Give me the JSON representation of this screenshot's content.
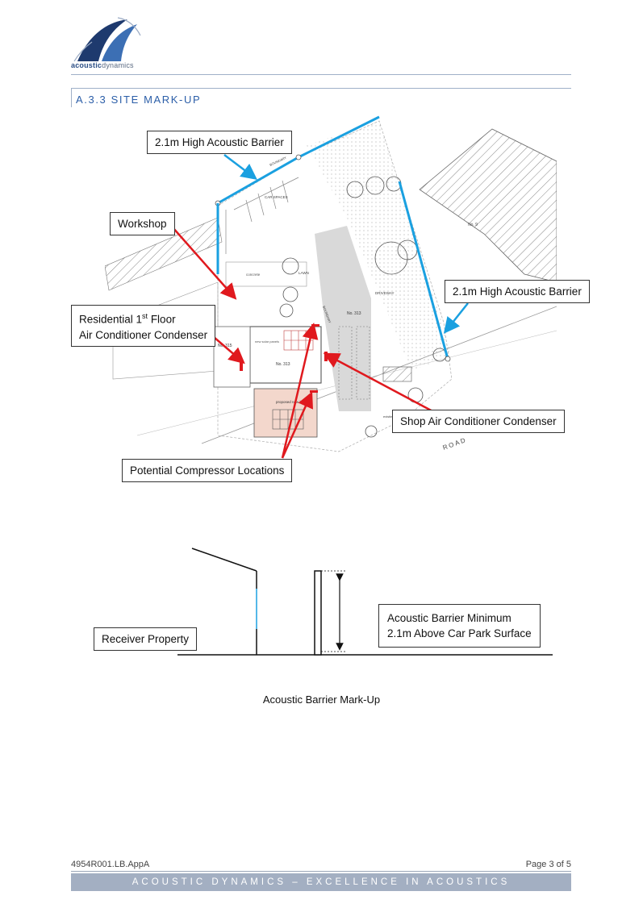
{
  "header": {
    "logo_word_1": "acoustic",
    "logo_word_2": "dynamics"
  },
  "section": {
    "title": "A.3.3  SITE MARK-UP"
  },
  "plan_labels": {
    "car_spaces": "CAR SPACES",
    "concrete": "concrete",
    "lawn": "LAWN",
    "driveway": "DRIVEWAY",
    "no313_upper": "No. 313",
    "no313_lower": "No. 313",
    "no315": "No. 315",
    "no_right": "No. 9",
    "road": "ROAD",
    "boundary": "BOUNDARY",
    "proposed": "proposed new building",
    "new_solar": "new solar panels",
    "existing": "existing"
  },
  "callouts": {
    "barrier_top": "2.1m High Acoustic Barrier",
    "workshop": "Workshop",
    "residential_line1_a": "Residential 1",
    "residential_sup": "st",
    "residential_line1_b": " Floor",
    "residential_line2": "Air Conditioner Condenser",
    "barrier_right": "2.1m High Acoustic Barrier",
    "shop_ac": "Shop Air Conditioner Condenser",
    "compressor": "Potential Compressor Locations"
  },
  "section_diagram": {
    "receiver": "Receiver Property",
    "barrier_line1": "Acoustic Barrier Minimum",
    "barrier_line2": "2.1m Above Car Park Surface"
  },
  "caption": "Acoustic Barrier Mark-Up",
  "footer": {
    "ref": "4954R001.LB.AppA",
    "page": "Page 3 of 5",
    "tagline": "ACOUSTIC DYNAMICS  –  EXCELLENCE IN ACOUSTICS"
  },
  "colors": {
    "barrier_blue": "#1aa0e0",
    "arrow_red": "#e0191e",
    "brand_blue": "#2b5ea8"
  }
}
